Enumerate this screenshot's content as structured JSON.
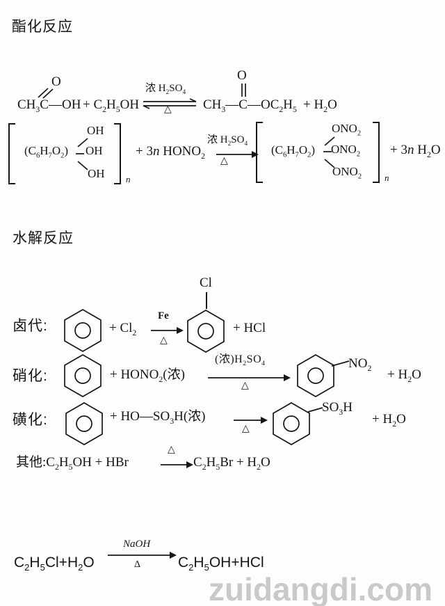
{
  "page": {
    "background": "#fdfdfd",
    "ink": "#161616"
  },
  "watermark": {
    "text": "zuidangdi.com",
    "color": "#c9c9c9"
  },
  "titles": {
    "esterification": "酯化反应",
    "hydrolysis": "水解反应"
  },
  "eq1": {
    "reactant1": "CH_3_C—OH",
    "carbonyl_o_left": "O",
    "plus_reactant2": "+ C_2_H_5_OH",
    "cond_top": "浓 H_2_SO_4_",
    "cond_bottom": "△",
    "product1": "CH_3_—C—OC_2_H_5_",
    "carbonyl_o_right": "O",
    "plus_water": "+ H_2_O"
  },
  "eq2": {
    "core_left": "(C_6_H_7_O_2_)",
    "oh_top": "OH",
    "oh_mid": "OH",
    "oh_bottom": "OH",
    "sub_left": "n",
    "plus_reagent": "+ 3~n~ HONO_2_",
    "cond_top": "浓 H_2_SO_4_",
    "cond_bottom": "△",
    "core_right": "(C_6_H_7_O_2_)",
    "ono2_top": "ONO_2_",
    "ono2_mid": "ONO_2_",
    "ono2_bottom": "ONO_2_",
    "sub_right": "n",
    "plus_water": "+ 3~n~ H_2_O"
  },
  "rows": {
    "halogenation": {
      "label": "卤代:",
      "plus_reagent": "+ Cl_2_",
      "cond_top": "Fe",
      "cond_bottom": "△",
      "substituent": "Cl",
      "plus_product": "+ HCl"
    },
    "nitration": {
      "label": "硝化:",
      "plus_reagent": "+ HONO_2_(浓)",
      "cond_top": "(浓)H_2_SO_4_",
      "cond_bottom": "△",
      "substituent": "NO_2_",
      "plus_product": "+ H_2_O"
    },
    "sulfonation": {
      "label": "磺化:",
      "plus_reagent": "+ HO—SO_3_H(浓)",
      "cond_bottom": "△",
      "substituent": "SO_3_H",
      "plus_product": "+ H_2_O"
    },
    "other": {
      "lhs": "其他:C_2_H_5_OH + HBr",
      "cond_top": "△",
      "rhs": "C_2_H_5_Br + H_2_O"
    }
  },
  "eq3": {
    "lhs": "C_2_H_5_Cl+H_2_O",
    "cond_top": "NaOH",
    "cond_bottom": "Δ",
    "rhs": "C_2_H_5_OH+HCl"
  }
}
